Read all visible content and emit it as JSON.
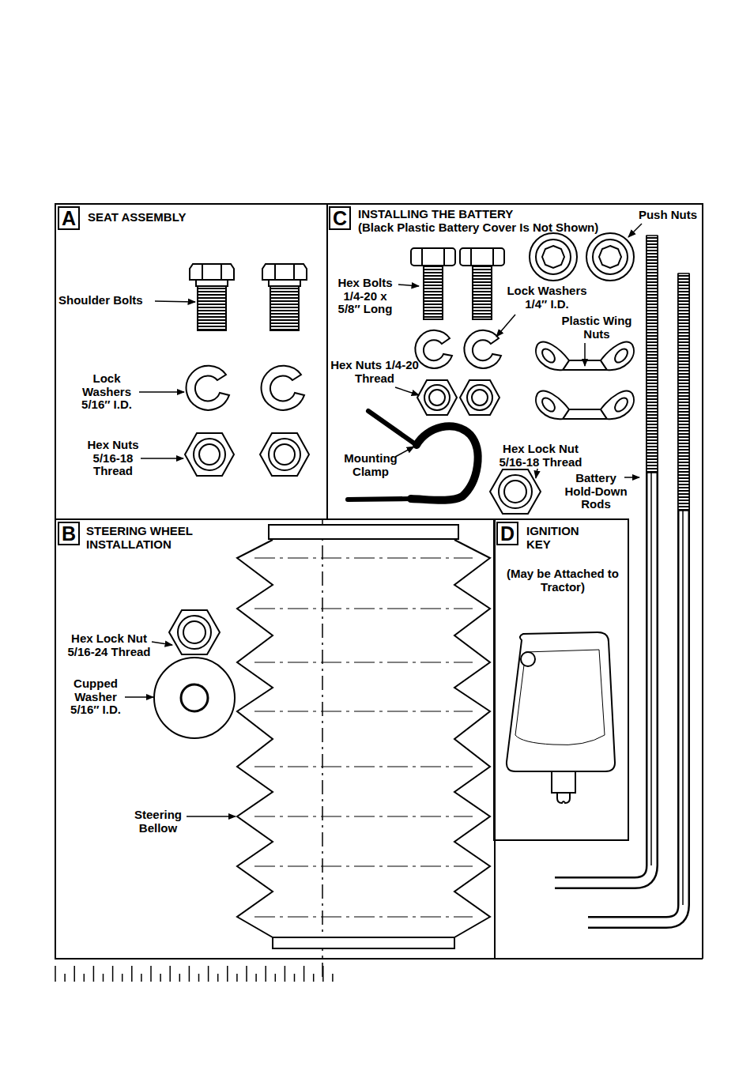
{
  "diagram": {
    "nodes": [
      {
        "text": [
          "A",
          "SEAT ASSEMBLY"
        ]
      },
      {
        "text": [
          "C",
          "INSTALLING THE BATTERY",
          "(Black Plastic Battery Cover Is Not Shown)"
        ]
      },
      {
        "text": [
          "B",
          "STEERING WHEEL INSTALLATION"
        ]
      },
      {
        "text": [
          "D",
          "IGNITION KEY",
          "(May be Attached to Tractor)"
        ]
      }
    ],
    "labels": [
      "Shoulder Bolts",
      "Lock Washers 5/16″ I.D.",
      "Hex Nuts 5/16-18 Thread",
      "Hex Bolts 1/4-20 x 5/8″ Long",
      "Lock Washers 1/4″ I.D.",
      "Push Nuts",
      "Plastic Wing Nuts",
      "Hex Nuts 1/4-20 Thread",
      "Mounting Clamp",
      "Hex Lock Nut 5/16-18 Thread",
      "Battery Hold-Down Rods",
      "Hex Lock Nut 5/16-24 Thread",
      "Cupped Washer 5/16″ I.D.",
      "Steering Bellow"
    ]
  }
}
